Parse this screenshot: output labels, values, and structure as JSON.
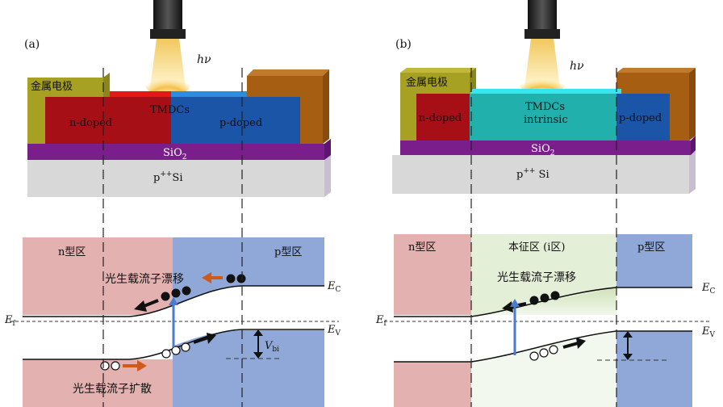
{
  "panel_a": {
    "label": "(a)",
    "light": "hν",
    "metal": "金属电极",
    "material": "TMDCs",
    "n_doped": "n-doped",
    "p_doped": "p-doped",
    "oxide_main": "SiO",
    "oxide_sub": "2",
    "substrate_main": "p",
    "substrate_sup": "++",
    "substrate_rest": "Si",
    "region_n": "n型区",
    "region_p": "p型区",
    "drift": "光生载流子漂移",
    "diffusion": "光生载流子扩散",
    "ec": "E",
    "ec_sub": "C",
    "ev": "E",
    "ev_sub": "V",
    "ef": "E",
    "ef_sub": "f",
    "vbi": "V",
    "vbi_sub": "bi"
  },
  "panel_b": {
    "label": "(b)",
    "light": "hν",
    "metal": "金属电极",
    "material": "TMDCs",
    "intrinsic": "intrinsic",
    "n_doped": "n-doped",
    "p_doped": "p-doped",
    "oxide_main": "SiO",
    "oxide_sub": "2",
    "substrate_main": "p",
    "substrate_sup": "++",
    "substrate_rest": " Si",
    "region_n": "n型区",
    "region_i": "本征区 (i区)",
    "region_p": "p型区",
    "drift": "光生载流子漂移",
    "ec": "E",
    "ec_sub": "C",
    "ev": "E",
    "ev_sub": "V",
    "ef": "E",
    "ef_sub": "f"
  },
  "colors": {
    "metal": "#a8a020",
    "metal_right": "#a85f10",
    "n_region": "#a80f14",
    "p_region": "#1e56a8",
    "tmdc_red": "#e01010",
    "tmdc_blue": "#1f86d6",
    "intrinsic": "#22b4b0",
    "intrinsic_top": "#39e6ee",
    "oxide": "#7a1e8c",
    "substrate": "#d9d9d9",
    "n_band": "#e3b1b0",
    "p_band": "#91a8d8",
    "i_band": "#e4efd8",
    "arrow_orange": "#d05a1c",
    "arrow_blue": "#4a7bd0"
  }
}
